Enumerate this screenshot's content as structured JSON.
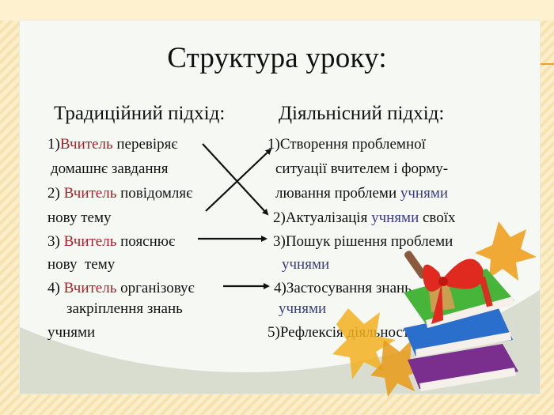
{
  "slide": {
    "title": "Структура уроку:",
    "left_header": "Традиційний підхід:",
    "right_header": "Діяльнісний підхід:"
  },
  "traditional": {
    "item1": {
      "num": "1)",
      "actor": "Вчитель",
      "rest": " перевіряє",
      "line2": "домашнє завдання"
    },
    "item2": {
      "num": "2) ",
      "actor": "Вчитель",
      "rest": " повідомляє",
      "line2": "нову тему"
    },
    "item3": {
      "num": "3) ",
      "actor": "Вчитель",
      "rest": " пояснює",
      "line2": "нову  тему"
    },
    "item4": {
      "num": "4) ",
      "actor": "Вчитель",
      "rest": " організовує",
      "line2": "закріплення знань",
      "line3": "учнями"
    }
  },
  "activity": {
    "item1": {
      "line1": "1)Створення проблемної",
      "line2": "ситуації вчителем і форму-",
      "line3a": "лювання проблеми ",
      "line3b": "учнями"
    },
    "item2": {
      "a": "2)Актуалізація ",
      "b": "учнями",
      "c": " своїх"
    },
    "item3": {
      "line1": "3)Пошук рішення проблеми",
      "line2": "учнями"
    },
    "item4": {
      "line1": "4)Застосування знань",
      "line2": "учнями"
    },
    "item5": {
      "line1": "5)Рефлексія діяльності"
    }
  },
  "colors": {
    "actor": "#a8202a",
    "students": "#3a3a8c",
    "background": "#f6f8f3",
    "frame": "#f6e2b0"
  },
  "decoration": {
    "image": "books-bell-leaves-illustration"
  }
}
